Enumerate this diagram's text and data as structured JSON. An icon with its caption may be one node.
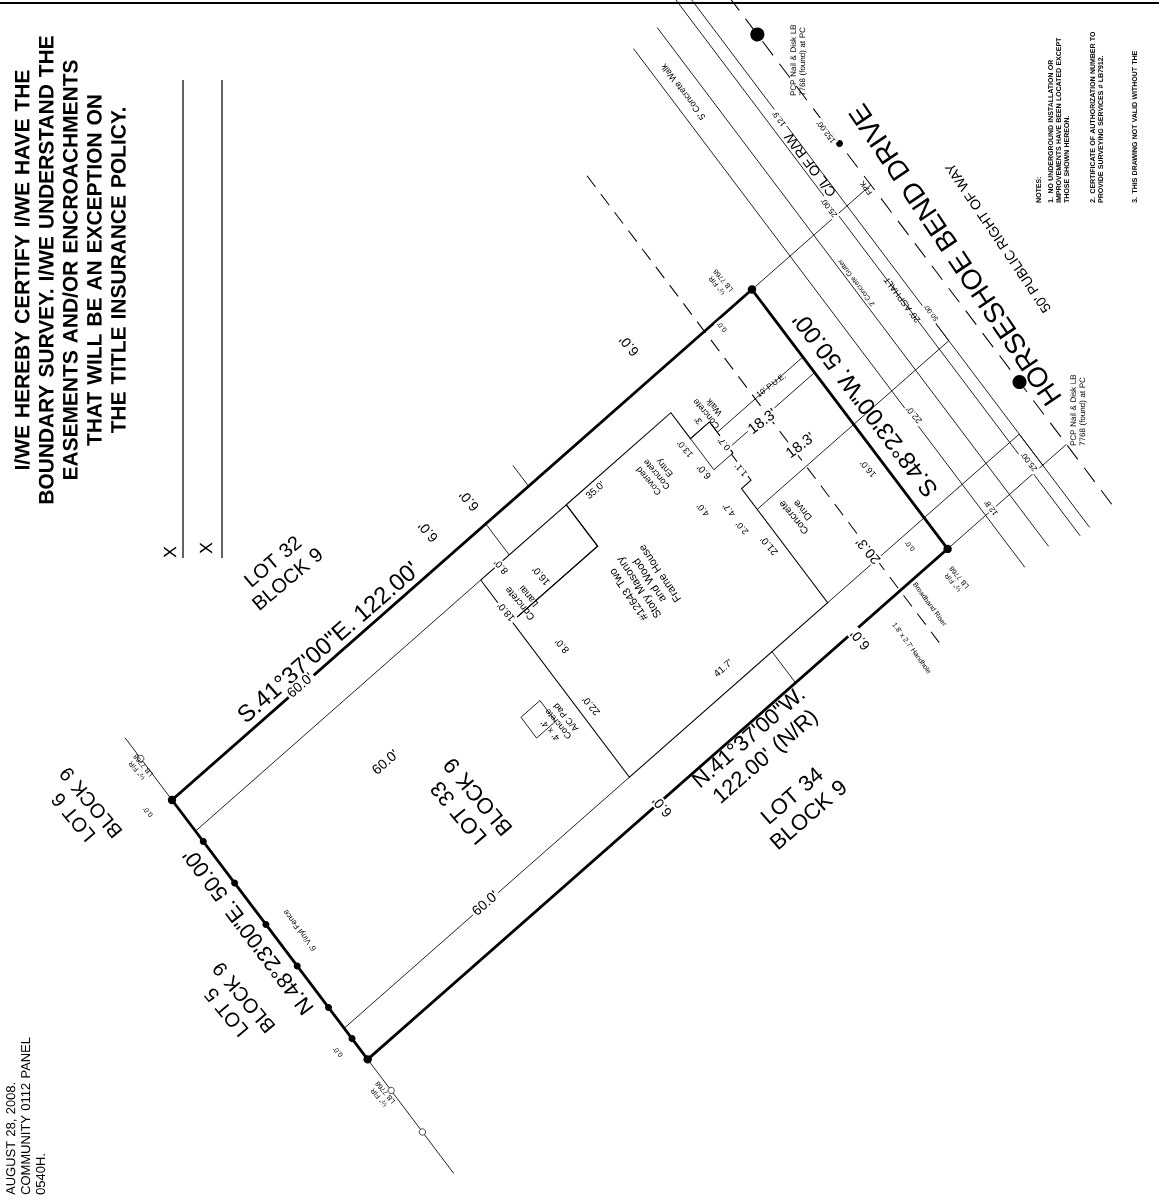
{
  "diagram": {
    "labels": [
      "I/WE HEREBY CERTIFY I/WE HAVE THE BOUNDARY SURVEY. I/WE UNDERSTAND THE EASEMENTS AND/OR ENCROACHMENTS THAT WILL BE AN EXCEPTION ON THE TITLE INSURANCE POLICY.",
      "X",
      "X",
      "AUGUST 28, 2008. COMMUNITY 0112 PANEL 0540H.",
      "LOT 32 BLOCK 9",
      "S.41°37'00\"E. 122.00'",
      "6.0'",
      "6.0'",
      "6.0'",
      "60.0'",
      "60.0'",
      "60.0'",
      "8.0'",
      "16.0'",
      "Concrete Lanai",
      "18.0'",
      "8.0'",
      "35.0'",
      "#12643 Two Story Masonry and Wood Frame House",
      "22.0'",
      "4' x 4' Concrete A/C Pad",
      "41.7'",
      "21.0'",
      "6.0'",
      "6.0'",
      "N.41°37'00\"W. 122.00' (N/R)",
      "LOT 6 BLOCK 9",
      "LOT 33 BLOCK 9",
      "LOT 34 BLOCK 9",
      "LOT 5 BLOCK 9",
      "N.48°23'00\"E. 50.00'",
      "6' Vinyl Fence",
      "½\" FIR LB 7768",
      "0.0'",
      "½\" FIR LB 7768",
      "0.0'",
      "S.48°23'00\"W. 50.00'",
      "½\" FIR LB 7768",
      "0.0'",
      "½\" FIR LB 7768",
      "0.0'",
      "20.3'",
      "1.8' x 2.7' Handhole",
      "Broadband Riser",
      "Concrete Drive",
      "16.0'",
      "4.7'",
      "2.0'",
      "4.0'",
      "6.0'",
      "1.1'",
      "Covered Concrete Entry",
      "13.0'",
      "0.7'",
      "3' Concrete Walk",
      "18.3'",
      "18.3'",
      "10' P.U.E.",
      "22.0'",
      "5' Concrete Walk",
      "12.9'",
      "25.00'",
      "2' Concrete Gutter",
      "20' ASPHALT",
      "50.00'",
      "C/L OF R/W",
      "152.00'",
      "FPK",
      "HORSESHOE BEND DRIVE",
      "50' PUBLIC RIGHT OF WAY",
      "PCP Nail & Disk LB 7768 (found) at PC",
      "PCP Nail & Disk LB 7768 (found) at PC",
      "25.00'",
      "12.8'",
      "NOTES:",
      "1. NO UNDERGROUND INSTALLATION OR IMPROVEMENTS HAVE BEEN LOCATED EXCEPT THOSE SHOWN HEREON.",
      "2. CERTIFICATE OF AUTHORIZATION NUMBER TO PROVIDE SURVEYING SERVICES # LB7912.",
      "3. THIS DRAWING NOT VALID WITHOUT THE"
    ]
  }
}
